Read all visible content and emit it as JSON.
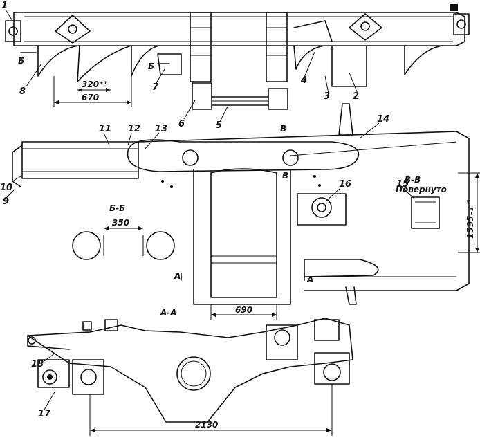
{
  "callouts": {
    "c1": "1",
    "c2": "2",
    "c3": "3",
    "c4": "4",
    "c5": "5",
    "c6": "6",
    "c7": "7",
    "c8": "8",
    "c9": "9",
    "c10": "10",
    "c11": "11",
    "c12": "12",
    "c13": "13",
    "c14": "14",
    "c15": "15",
    "c16": "16",
    "c17": "17",
    "c18": "18"
  },
  "dimensions": {
    "d670": "670",
    "d320": "320⁺¹",
    "d350": "350",
    "d690": "690",
    "d2130": "2130",
    "d1595": "1595₋₃⁺⁵"
  },
  "section_marks": {
    "b_left": "Б",
    "b_mid": "Б",
    "v_top": "В",
    "v_mid": "В",
    "a_left": "А",
    "a_right": "А",
    "section_bb": "Б-Б",
    "section_vv": "В-В",
    "rotated": "Повернуто",
    "section_aa": "А-А"
  }
}
